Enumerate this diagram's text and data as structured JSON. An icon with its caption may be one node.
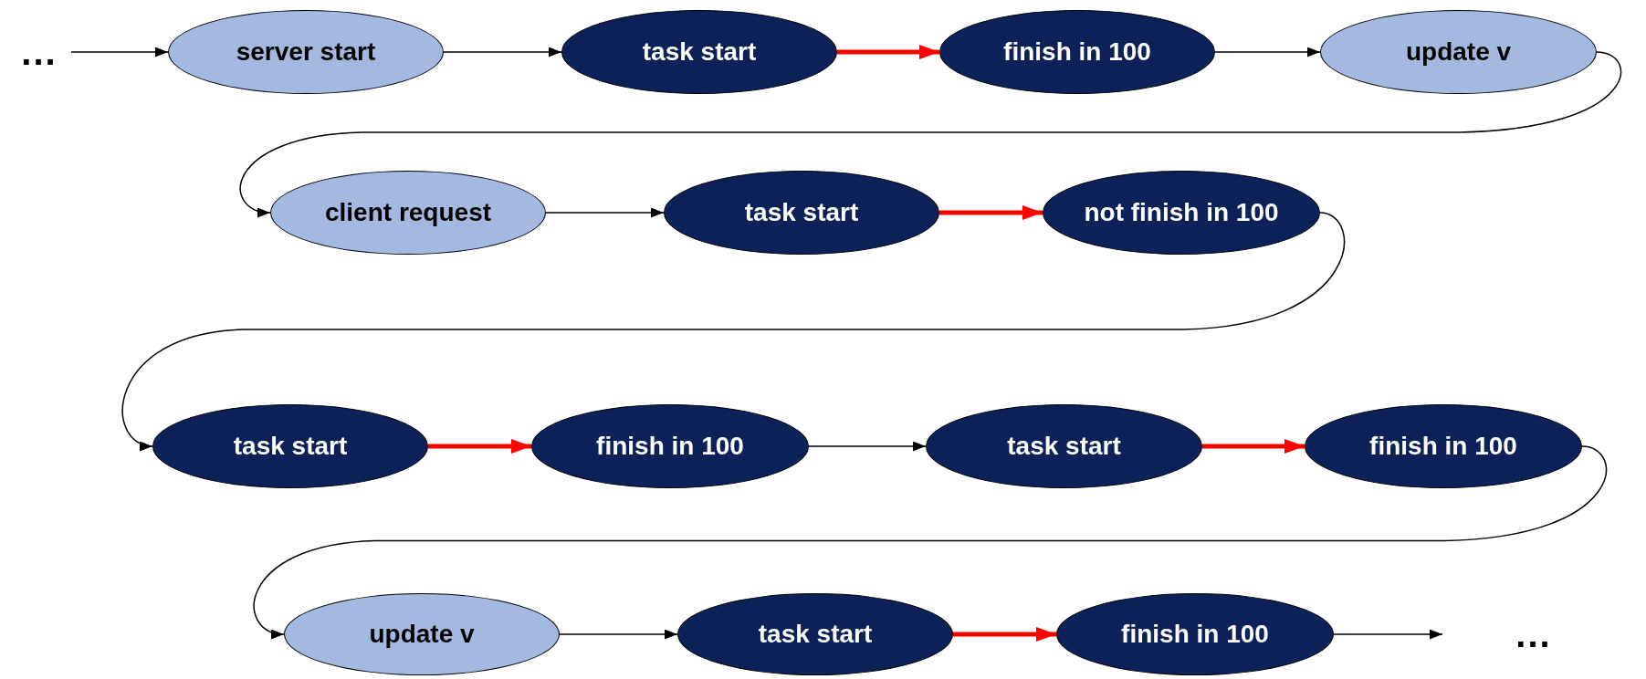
{
  "diagram": {
    "nodes": [
      {
        "text": [
          "..."
        ]
      },
      {
        "text": [
          "server start"
        ]
      },
      {
        "text": [
          "task start"
        ]
      },
      {
        "text": [
          "finish in 100"
        ]
      },
      {
        "text": [
          "update v"
        ]
      },
      {
        "text": [
          "client request"
        ]
      },
      {
        "text": [
          "task start"
        ]
      },
      {
        "text": [
          "not finish in 100"
        ]
      },
      {
        "text": [
          "task start"
        ]
      },
      {
        "text": [
          "finish in 100"
        ]
      },
      {
        "text": [
          "task start"
        ]
      },
      {
        "text": [
          "finish in 100"
        ]
      },
      {
        "text": [
          "update v"
        ]
      },
      {
        "text": [
          "task start"
        ]
      },
      {
        "text": [
          "finish in 100"
        ]
      },
      {
        "text": [
          "..."
        ]
      }
    ],
    "edges": [
      {
        "from": 0,
        "to": 1,
        "arrow": "to"
      },
      {
        "from": 1,
        "to": 2,
        "arrow": "to"
      },
      {
        "from": 2,
        "to": 3,
        "arrow": "to",
        "style": "thick",
        "color": "#ff0000"
      },
      {
        "from": 3,
        "to": 4,
        "arrow": "to"
      },
      {
        "from": 4,
        "to": 5,
        "arrow": "to"
      },
      {
        "from": 5,
        "to": 6,
        "arrow": "to"
      },
      {
        "from": 6,
        "to": 7,
        "arrow": "to",
        "style": "thick",
        "color": "#ff0000"
      },
      {
        "from": 7,
        "to": 8,
        "arrow": "to"
      },
      {
        "from": 8,
        "to": 9,
        "arrow": "to",
        "style": "thick",
        "color": "#ff0000"
      },
      {
        "from": 9,
        "to": 10,
        "arrow": "to"
      },
      {
        "from": 10,
        "to": 11,
        "arrow": "to",
        "style": "thick",
        "color": "#ff0000"
      },
      {
        "from": 11,
        "to": 12,
        "arrow": "to"
      },
      {
        "from": 12,
        "to": 13,
        "arrow": "to"
      },
      {
        "from": 13,
        "to": 14,
        "arrow": "to",
        "style": "thick",
        "color": "#ff0000"
      },
      {
        "from": 14,
        "to": 15,
        "arrow": "to"
      }
    ]
  }
}
